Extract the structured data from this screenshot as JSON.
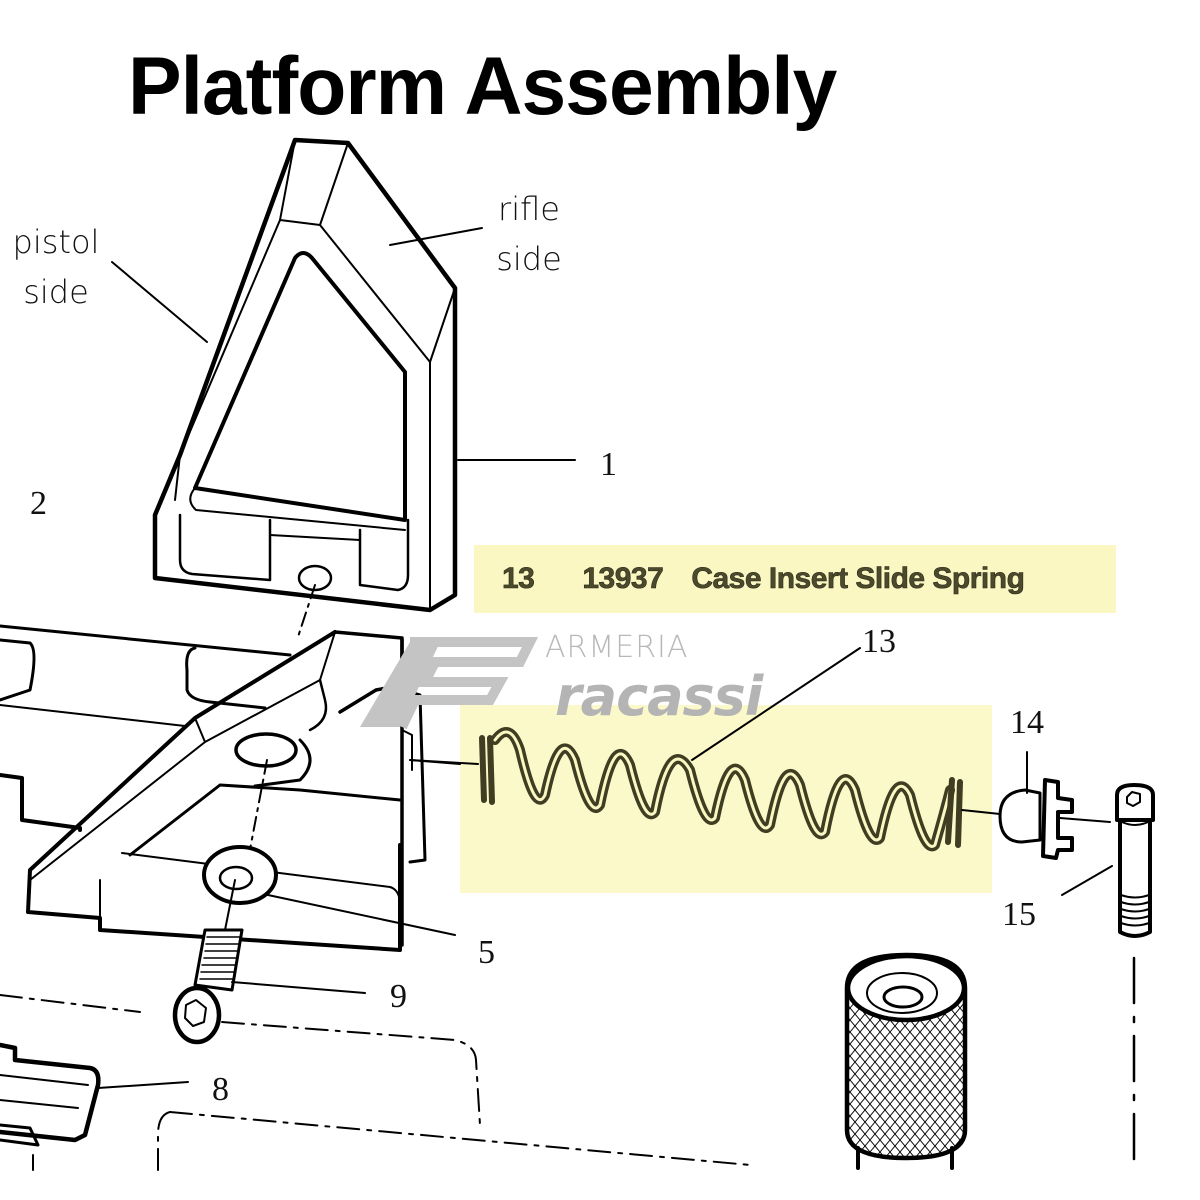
{
  "title": "Platform Assembly",
  "labels": {
    "pistol_side": [
      "pistol",
      "side"
    ],
    "rifle_side": [
      "rifle",
      "side"
    ]
  },
  "callouts": [
    "1",
    "2",
    "5",
    "9",
    "8",
    "13",
    "14",
    "15"
  ],
  "highlighted_part": {
    "item_number": "13",
    "part_number": "13937",
    "description": "Case Insert Slide Spring"
  },
  "watermark": {
    "top_text": "ARMERIA",
    "bottom_text": "racassi",
    "initial": "F"
  },
  "colors": {
    "highlight": "#fbf7c3",
    "banner_text": "#4c4a2c",
    "spring": "#3f3d22",
    "watermark": "#b4b4b4"
  }
}
